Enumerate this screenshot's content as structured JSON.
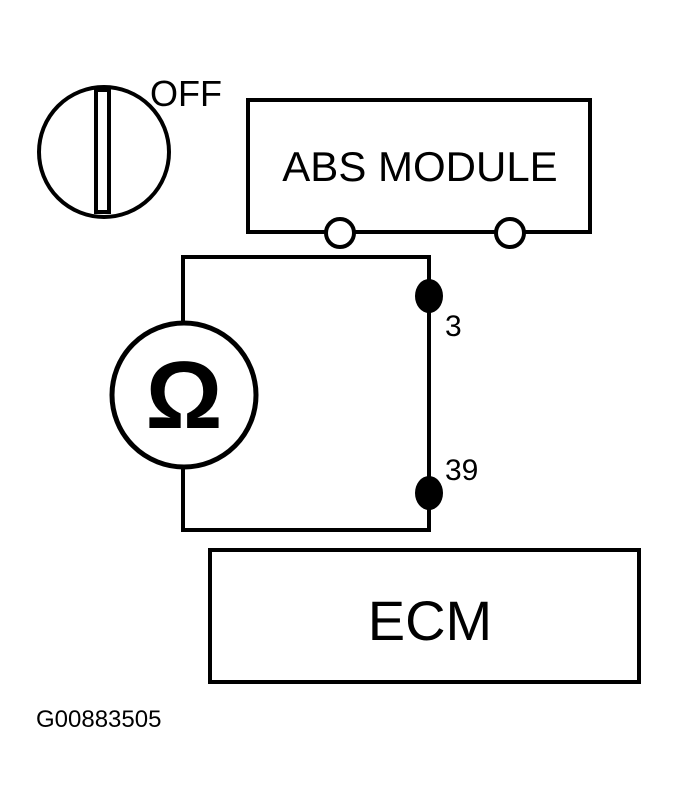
{
  "ignition_switch": {
    "position_label": "OFF",
    "icon": "ignition-key-switch-icon"
  },
  "abs_module": {
    "label": "ABS MODULE"
  },
  "ecm": {
    "label": "ECM"
  },
  "ohmmeter": {
    "symbol": "Ω",
    "icon": "ohmmeter-icon"
  },
  "terminals": [
    {
      "label": "3"
    },
    {
      "label": "39"
    }
  ],
  "figure_id": "G00883505",
  "colors": {
    "line": "#000000",
    "background": "#ffffff"
  }
}
